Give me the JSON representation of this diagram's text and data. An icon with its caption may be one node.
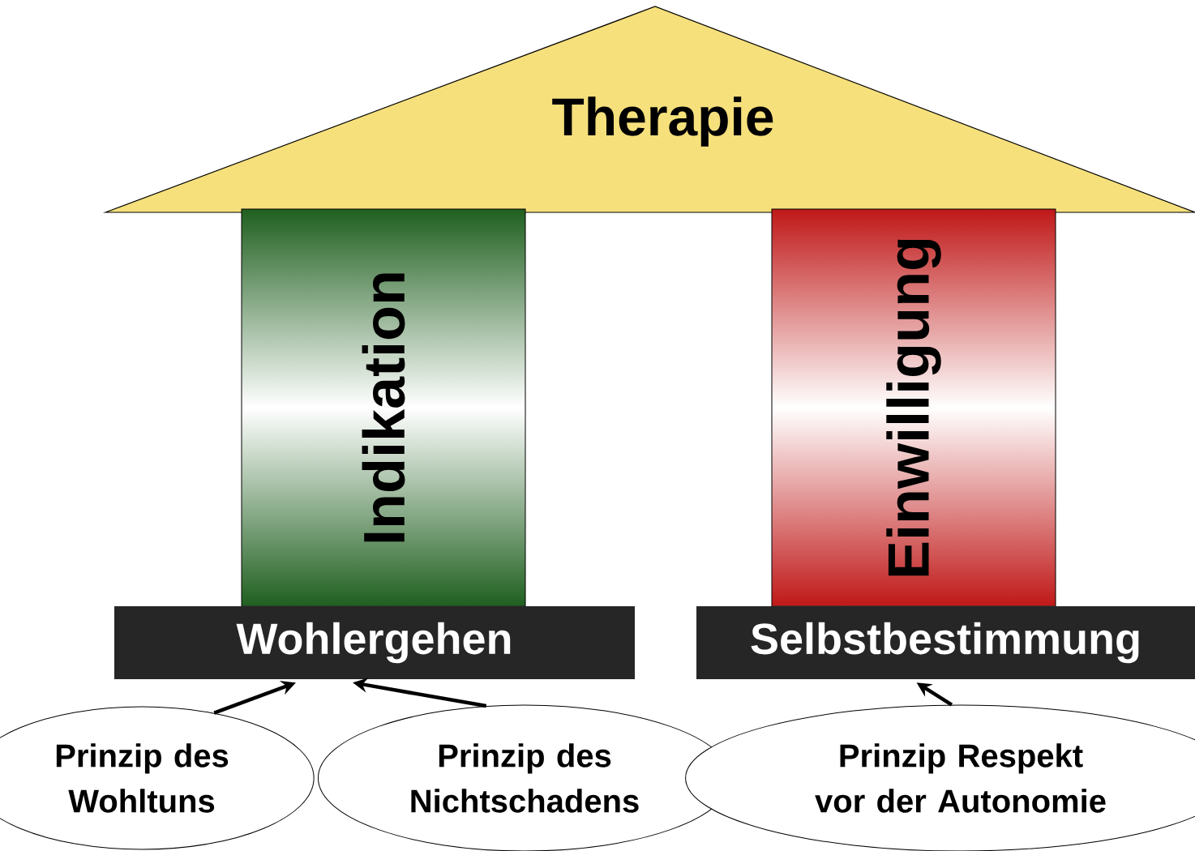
{
  "diagram": {
    "nodes": [
      {
        "text": [
          "Therapie"
        ]
      },
      {
        "text": [
          "Indikation"
        ]
      },
      {
        "text": [
          "Einwilligung"
        ]
      },
      {
        "text": [
          "Wohlergehen"
        ]
      },
      {
        "text": [
          "Selbstbestimmung"
        ]
      },
      {
        "text": [
          "Prinzip des Wohltuns"
        ]
      },
      {
        "text": [
          "Prinzip des Nichtschadens"
        ]
      },
      {
        "text": [
          "Prinzip Respekt vor der Autonomie"
        ]
      }
    ],
    "edges": [
      {
        "from": 5,
        "to": 3,
        "arrow": "to"
      },
      {
        "from": 6,
        "to": 3,
        "arrow": "to"
      },
      {
        "from": 7,
        "to": 4,
        "arrow": "to"
      }
    ]
  }
}
